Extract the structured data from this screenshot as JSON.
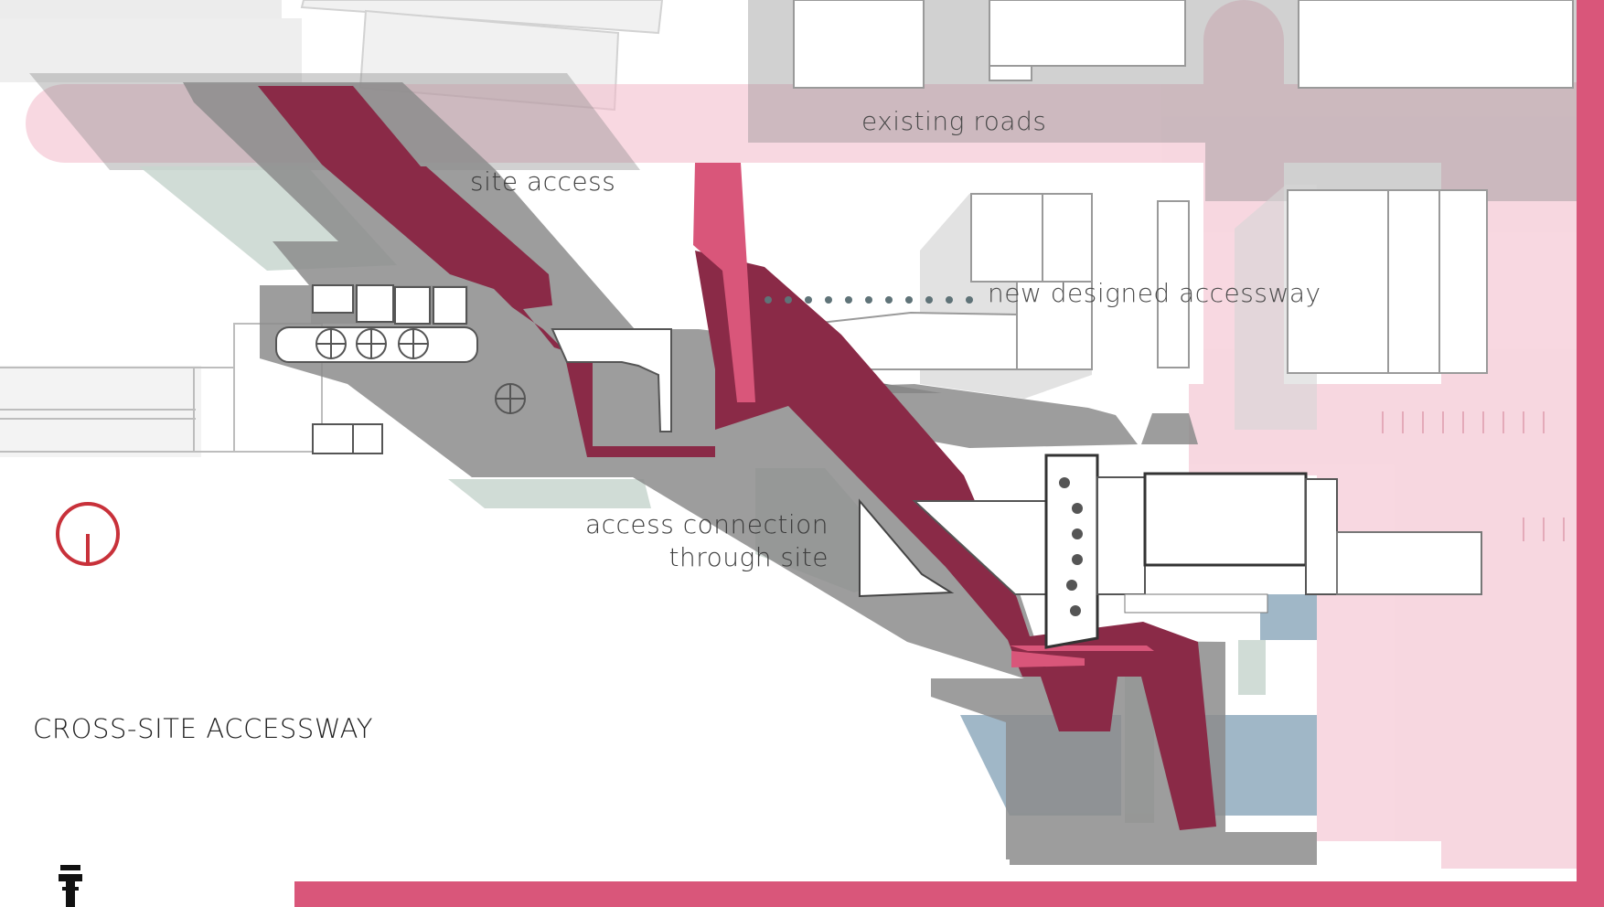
{
  "labels": {
    "existing_roads": "existing roads",
    "site_access": "site access",
    "new_accessway": "new designed accessway",
    "connection_line1": "access connection",
    "connection_line2": "through site",
    "title": "CROSS-SITE ACCESSWAY"
  },
  "colors": {
    "road_pink": "#f2b8c8",
    "accent_pink": "#d9567a",
    "access_maroon": "#8a2a47",
    "footprint_gray": "#8c8c8c",
    "building_fill": "#ffffff",
    "context_gray": "#ececec",
    "water_blue": "#8faabd",
    "green_space": "#c8d6cf",
    "north_arrow_red": "#c8313a",
    "dot_gray": "#5f7378"
  },
  "icons": {
    "north_arrow": "north-arrow-icon",
    "scale": "scale-bar-icon"
  }
}
